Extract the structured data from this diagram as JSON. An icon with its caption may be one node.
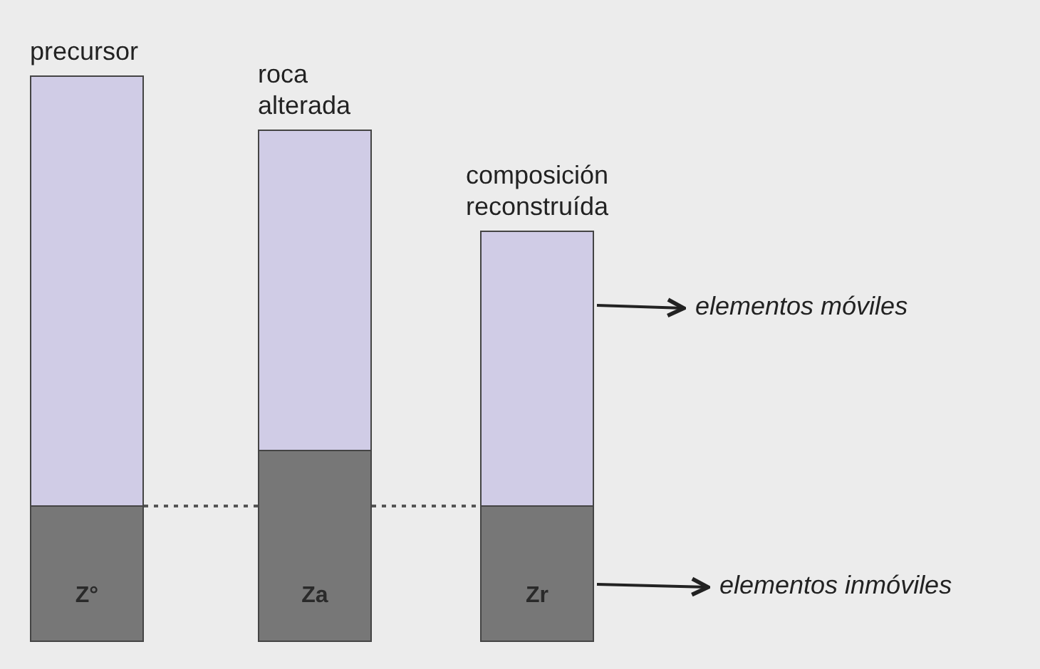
{
  "diagram": {
    "nodes": [
      {
        "text": [
          "precursor"
        ]
      },
      {
        "text": [],
        "shape": "box",
        "in": 0
      },
      {
        "text": [
          "Z°"
        ],
        "in": 0
      },
      {
        "text": [
          "roca alterada"
        ]
      },
      {
        "text": [],
        "shape": "box",
        "in": 3
      },
      {
        "text": [
          "Za"
        ],
        "in": 3
      },
      {
        "text": [
          "composición reconstruída"
        ]
      },
      {
        "text": [],
        "shape": "box",
        "in": 6
      },
      {
        "text": [
          "Zr"
        ],
        "in": 6
      },
      {
        "text": [
          "elementos móviles"
        ]
      },
      {
        "text": [
          "elementos inmóviles"
        ]
      }
    ],
    "edges": [
      {
        "from": 2,
        "to": 5,
        "arrow": "none",
        "style": "dashed"
      },
      {
        "from": 5,
        "to": 8,
        "arrow": "none",
        "style": "dashed"
      },
      {
        "from": 7,
        "to": 9,
        "arrow": "to"
      },
      {
        "from": 8,
        "to": 10,
        "arrow": "to"
      }
    ]
  }
}
